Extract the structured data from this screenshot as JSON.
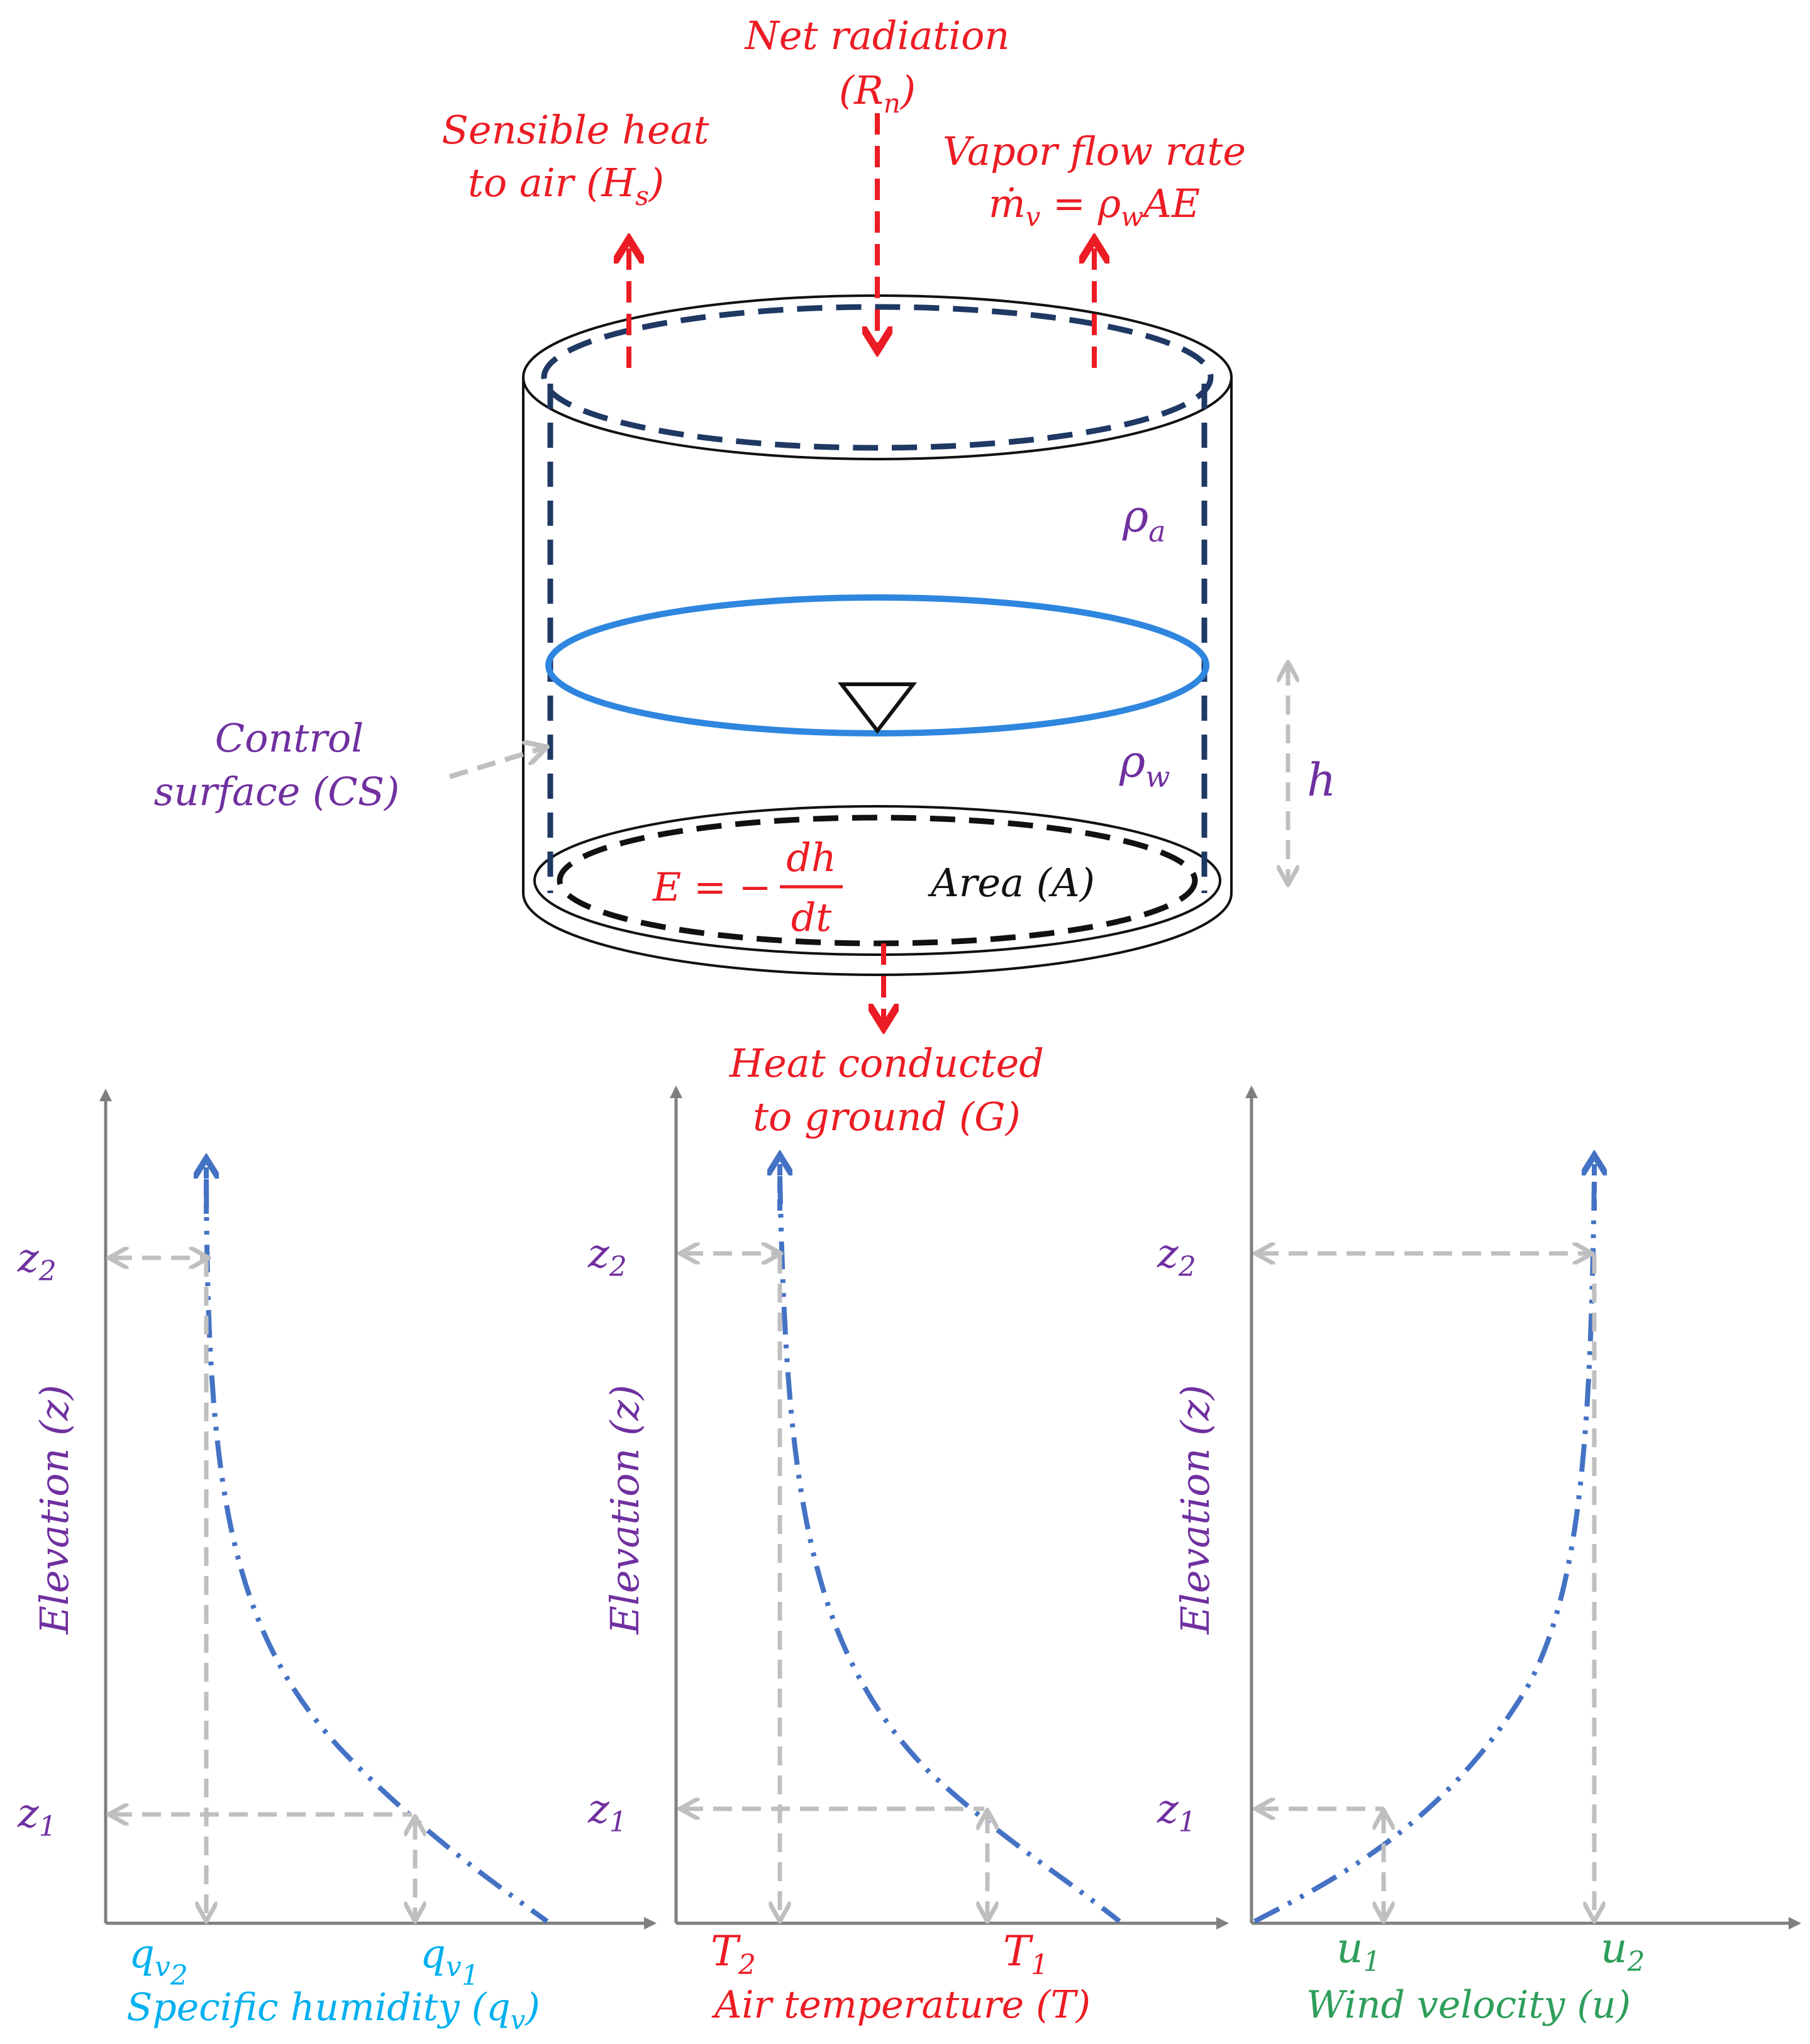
{
  "colors": {
    "red": "#ec1c24",
    "purple": "#7030a0",
    "navy": "#1f3864",
    "blue": "#4472c4",
    "water": "#2e86de",
    "cyan": "#00b0f0",
    "green": "#2e9e5b",
    "gray": "#bfbfbf",
    "axis": "#7f7f7f"
  },
  "cylinder": {
    "net_radiation": "Net radiation",
    "net_radiation_sym": "(R",
    "net_radiation_sub": "n",
    "sensible_line1": "Sensible heat",
    "sensible_line2": "to air (H",
    "sensible_sub": "s",
    "vapor_line1": "Vapor flow rate",
    "vapor_m": "ṁ",
    "vapor_m_sub": "v",
    "vapor_eq": " = ρ",
    "vapor_eq_sub": "w",
    "vapor_eq_end": "AE",
    "rho_air": "ρ",
    "rho_air_sub": "a",
    "rho_water": "ρ",
    "rho_water_sub": "w",
    "depth": "h",
    "control_line1": "Control",
    "control_line2": "surface (CS)",
    "evap_lhs": "E = −",
    "evap_num": "dh",
    "evap_den": "dt",
    "area": "Area (A)",
    "ground_line1": "Heat conducted",
    "ground_line2": "to ground (G)"
  },
  "profiles": [
    {
      "ylabel": "Elevation (z)",
      "z2": "z",
      "z2_sub": "2",
      "z1": "z",
      "z1_sub": "1",
      "x_left": "q",
      "x_left_sub": "v",
      "x_left_sub2": "2",
      "x_right": "q",
      "x_right_sub": "v",
      "x_right_sub2": "1",
      "xlabel_main": "Specific humidity (q",
      "xlabel_sub": "v",
      "xlabel_end": ")"
    },
    {
      "ylabel": "Elevation (z)",
      "z2": "z",
      "z2_sub": "2",
      "z1": "z",
      "z1_sub": "1",
      "x_left": "T",
      "x_left_sub": "2",
      "x_right": "T",
      "x_right_sub": "1",
      "xlabel_main": "Air temperature (T)"
    },
    {
      "ylabel": "Elevation (z)",
      "z2": "z",
      "z2_sub": "2",
      "z1": "z",
      "z1_sub": "1",
      "x_left": "u",
      "x_left_sub": "1",
      "x_right": "u",
      "x_right_sub": "2",
      "xlabel_main": "Wind velocity (u)"
    }
  ]
}
